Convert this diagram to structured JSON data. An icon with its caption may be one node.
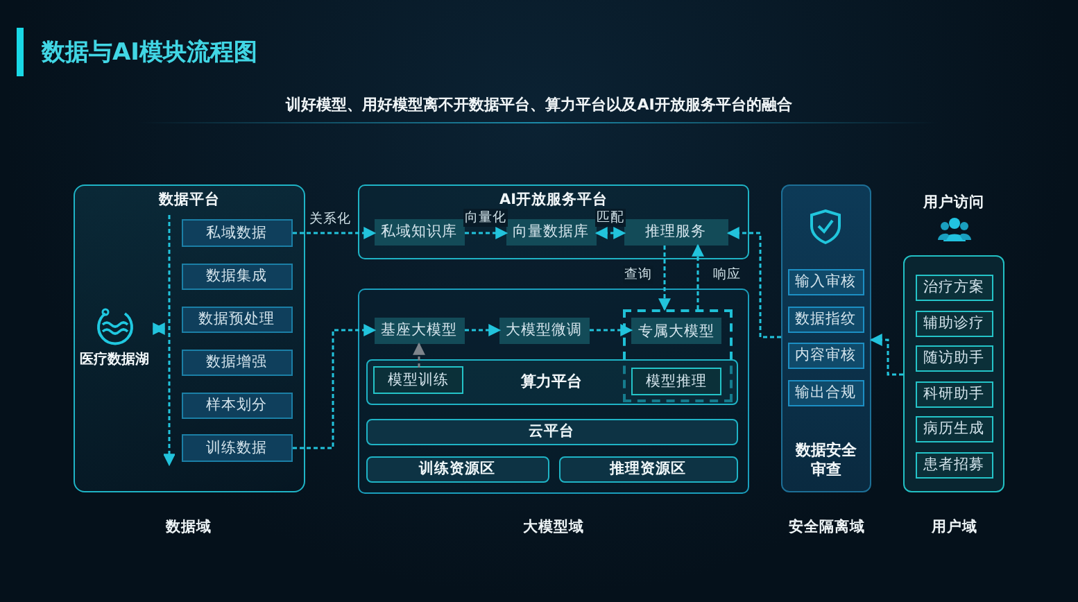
{
  "diagram": {
    "title": "数据与AI模块流程图",
    "nodes": [
      {
        "text": [
          "数据平台"
        ]
      },
      {
        "text": [
          "医疗数据湖"
        ],
        "in": 0
      },
      {
        "text": [
          "私域数据"
        ],
        "in": 0
      },
      {
        "text": [
          "数据集成"
        ],
        "in": 0
      },
      {
        "text": [
          "数据预处理"
        ],
        "in": 0
      },
      {
        "text": [
          "数据增强"
        ],
        "in": 0
      },
      {
        "text": [
          "样本划分"
        ],
        "in": 0
      },
      {
        "text": [
          "训练数据"
        ],
        "in": 0
      },
      {
        "text": [
          "AI开放服务平台"
        ]
      },
      {
        "text": [
          "私域知识库"
        ],
        "in": 8
      },
      {
        "text": [
          "向量数据库"
        ],
        "in": 8
      },
      {
        "text": [
          "推理服务"
        ],
        "in": 8
      },
      {
        "text": [],
        "shape": "box"
      },
      {
        "text": [
          "基座大模型"
        ],
        "in": 12
      },
      {
        "text": [
          "大模型微调"
        ],
        "in": 12
      },
      {
        "text": [],
        "shape": "box",
        "in": 12
      },
      {
        "text": [
          "专属大模型"
        ],
        "in": 15
      },
      {
        "text": [
          "算力平台"
        ],
        "in": 12
      },
      {
        "text": [
          "模型训练"
        ],
        "in": 17
      },
      {
        "text": [
          "模型推理"
        ]
      },
      {
        "text": [
          "云平台"
        ],
        "in": 12
      },
      {
        "text": [
          "训练资源区"
        ],
        "in": 12
      },
      {
        "text": [
          "推理资源区"
        ],
        "in": 12
      },
      {
        "text": [
          "数据安全审查"
        ]
      },
      {
        "text": [
          "输入审核"
        ],
        "in": 23
      },
      {
        "text": [
          "数据指纹"
        ],
        "in": 23
      },
      {
        "text": [
          "内容审核"
        ],
        "in": 23
      },
      {
        "text": [
          "输出合规"
        ],
        "in": 23
      },
      {
        "text": [
          "用户访问"
        ]
      },
      {
        "text": [
          "治疗方案"
        ],
        "in": 28
      },
      {
        "text": [
          "辅助诊疗"
        ],
        "in": 28
      },
      {
        "text": [
          "随访助手"
        ],
        "in": 28
      },
      {
        "text": [
          "科研助手"
        ],
        "in": 28
      },
      {
        "text": [
          "病历生成"
        ],
        "in": 28
      },
      {
        "text": [
          "患者招募"
        ],
        "in": 28
      },
      {
        "text": [],
        "shape": "bar",
        "in": 0
      }
    ],
    "edges": [
      {
        "from": 2,
        "to": 9,
        "arrow": "to",
        "label": "关系化"
      },
      {
        "from": 9,
        "to": 10,
        "arrow": "to",
        "label": "向量化"
      },
      {
        "from": 10,
        "to": 11,
        "arrow": "both",
        "label": "匹配"
      },
      {
        "from": 11,
        "to": 15,
        "arrow": "to",
        "label": "查询"
      },
      {
        "from": 15,
        "to": 11,
        "arrow": "to",
        "label": "响应"
      },
      {
        "from": 7,
        "to": 13,
        "arrow": "to"
      },
      {
        "from": 18,
        "to": 13,
        "arrow": "to",
        "color": "#7d848b"
      },
      {
        "from": 13,
        "to": 14,
        "arrow": "to"
      },
      {
        "from": 14,
        "to": 16,
        "arrow": "to"
      },
      {
        "from": 28,
        "to": 23,
        "arrow": "to"
      },
      {
        "from": 23,
        "to": 11,
        "arrow": "to"
      },
      {
        "from": 1,
        "to": 35,
        "arrow": "both"
      }
    ],
    "labels": [
      "训好模型、用好模型离不开数据平台、算力平台以及AI开放服务平台的融合",
      "数据域",
      "大模型域",
      "安全隔离域",
      "用户域"
    ]
  }
}
